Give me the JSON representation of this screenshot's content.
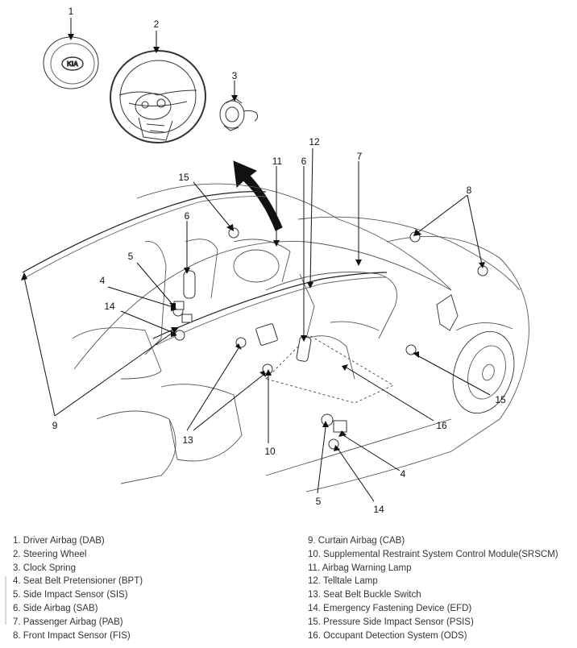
{
  "callouts": {
    "c1": "1",
    "c2": "2",
    "c3": "3",
    "c4a": "4",
    "c4b": "4",
    "c5a": "5",
    "c5b": "5",
    "c6a": "6",
    "c6b": "6",
    "c7": "7",
    "c8": "8",
    "c9": "9",
    "c10": "10",
    "c11": "11",
    "c12": "12",
    "c13": "13",
    "c14a": "14",
    "c14b": "14",
    "c15a": "15",
    "c15b": "15",
    "c16": "16"
  },
  "emblem_text": "KIA",
  "legend": {
    "left": [
      "1. Driver Airbag (DAB)",
      "2. Steering Wheel",
      "3. Clock Spring",
      "4. Seat Belt Pretensioner (BPT)",
      "5. Side Impact Sensor (SIS)",
      "6. Side Airbag (SAB)",
      "7. Passenger Airbag (PAB)",
      "8. Front Impact Sensor (FIS)"
    ],
    "right": [
      "9. Curtain Airbag (CAB)",
      "10. Supplemental Restraint System Control Module(SRSCM)",
      "11. Airbag Warning Lamp",
      "12. Telltale Lamp",
      "13. Seat Belt Buckle Switch",
      "14. Emergency Fastening Device (EFD)",
      "15. Pressure Side Impact Sensor (PSIS)",
      "16. Occupant Detection System (ODS)"
    ]
  }
}
